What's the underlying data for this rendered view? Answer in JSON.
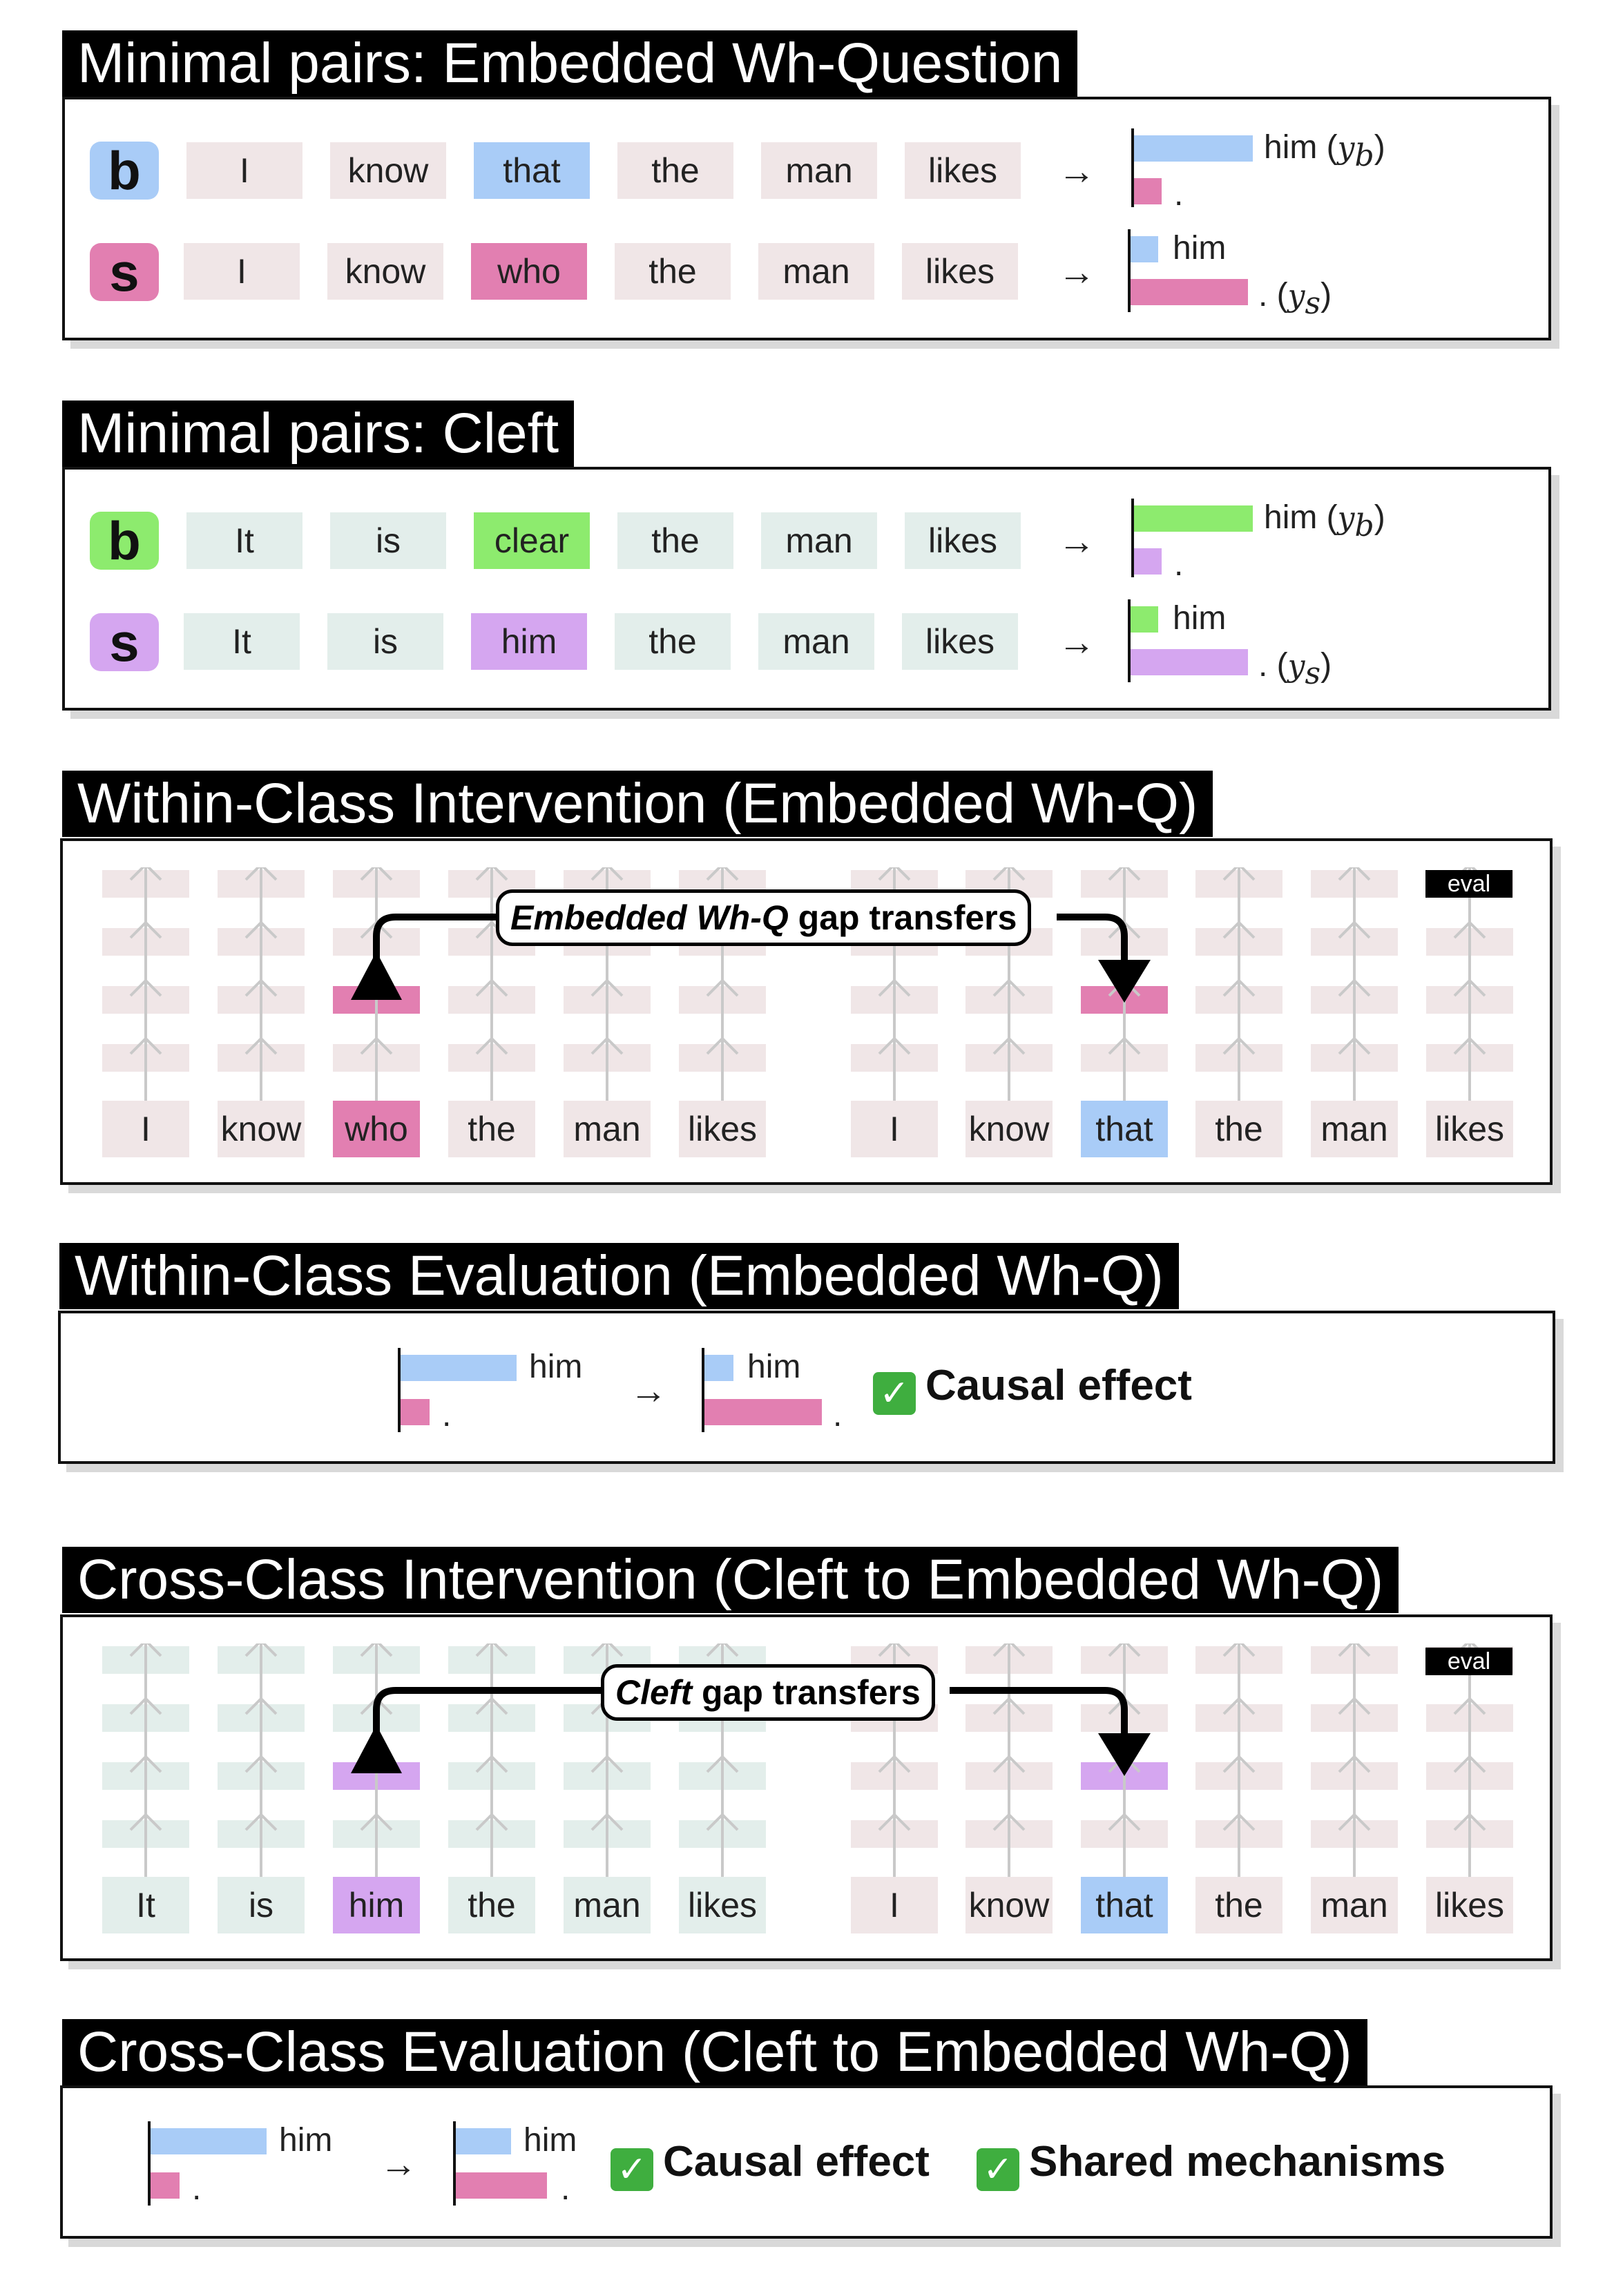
{
  "titles": {
    "wh_pairs": "Minimal pairs: Embedded Wh-Question",
    "cleft_pairs": "Minimal pairs: Cleft",
    "within_int": "Within-Class Intervention (Embedded Wh-Q)",
    "within_eval": "Within-Class Evaluation (Embedded Wh-Q)",
    "cross_int": "Cross-Class Intervention (Cleft to Embedded Wh-Q)",
    "cross_eval": "Cross-Class Evaluation (Cleft to Embedded Wh-Q)"
  },
  "badges": {
    "base": "b",
    "source": "s"
  },
  "arrow": "→",
  "wh": {
    "base_tokens": [
      "I",
      "know",
      "that",
      "the",
      "man",
      "likes"
    ],
    "source_tokens": [
      "I",
      "know",
      "who",
      "the",
      "man",
      "likes"
    ]
  },
  "cleft": {
    "base_tokens": [
      "It",
      "is",
      "clear",
      "the",
      "man",
      "likes"
    ],
    "source_tokens": [
      "It",
      "is",
      "him",
      "the",
      "man",
      "likes"
    ]
  },
  "labels": {
    "him": "him",
    "dot": ".",
    "y_b": "y",
    "y_b_sub": "b",
    "y_s": "y",
    "y_s_sub": "s",
    "eval": "eval"
  },
  "within": {
    "left_tokens": [
      "I",
      "know",
      "who",
      "the",
      "man",
      "likes"
    ],
    "right_tokens": [
      "I",
      "know",
      "that",
      "the",
      "man",
      "likes"
    ],
    "callout_italic": "Embedded Wh-Q",
    "callout_rest": " gap transfers"
  },
  "cross": {
    "left_tokens": [
      "It",
      "is",
      "him",
      "the",
      "man",
      "likes"
    ],
    "right_tokens": [
      "I",
      "know",
      "that",
      "the",
      "man",
      "likes"
    ],
    "callout_italic": "Cleft",
    "callout_rest": " gap transfers"
  },
  "effects": {
    "causal": "Causal effect",
    "shared": "Shared mechanisms",
    "check": "✓"
  },
  "bar_values": {
    "base_him": 0.82,
    "base_dot": 0.2,
    "source_him": 0.22,
    "source_dot": 0.82,
    "eval_before_him": 0.82,
    "eval_before_dot": 0.22,
    "eval_after_him": 0.22,
    "eval_after_dot": 0.82
  },
  "colors": {
    "blue": "#a9ccf7",
    "pink": "#e27fb1",
    "green": "#8deb6e",
    "purple": "#d5a6f0",
    "wh_token_bg": "#f0e6e7",
    "cleft_token_bg": "#e3eeeb"
  }
}
